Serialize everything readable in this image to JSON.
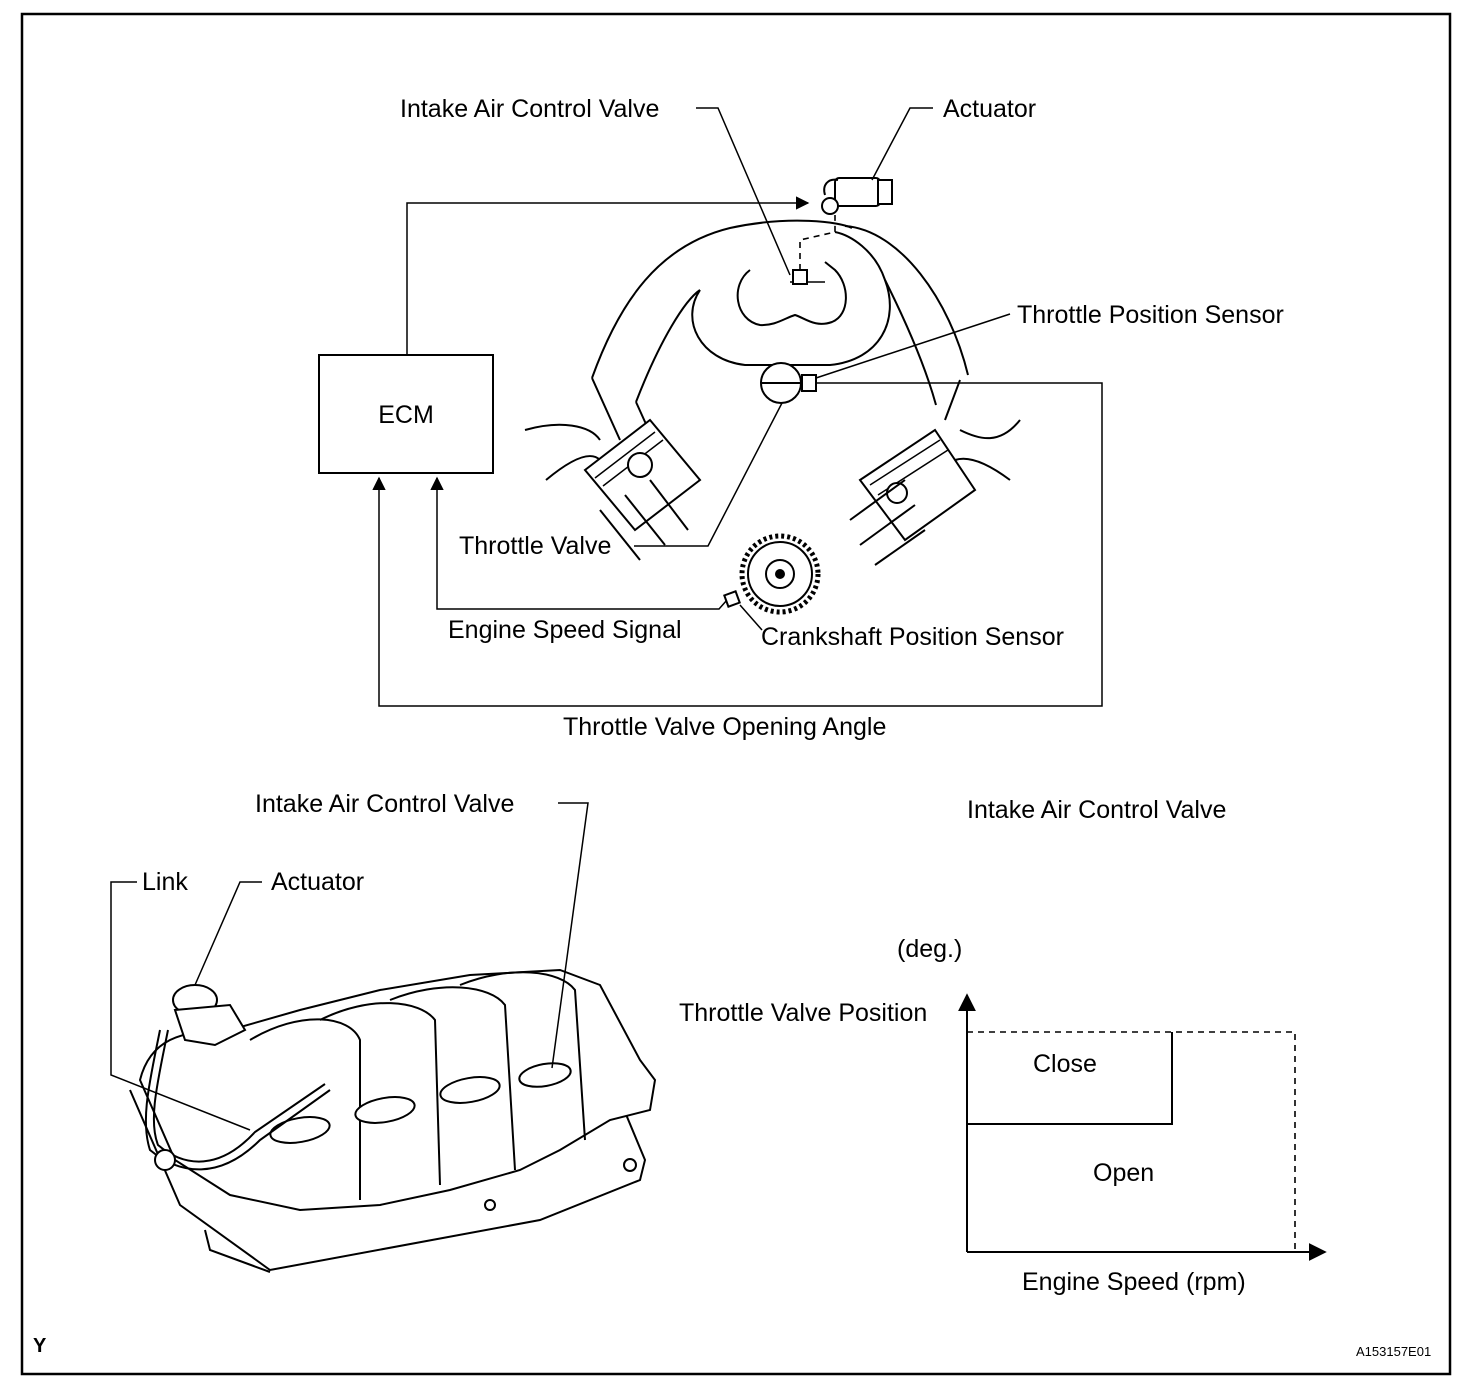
{
  "top_diagram": {
    "ecm": "ECM",
    "intake_air_control_valve": "Intake Air Control Valve",
    "actuator": "Actuator",
    "throttle_position_sensor": "Throttle Position Sensor",
    "throttle_valve": "Throttle Valve",
    "engine_speed_signal": "Engine Speed Signal",
    "crankshaft_position_sensor": "Crankshaft Position Sensor",
    "throttle_valve_opening_angle": "Throttle Valve Opening Angle"
  },
  "manifold_illustration": {
    "intake_air_control_valve": "Intake Air Control Valve",
    "link": "Link",
    "actuator": "Actuator"
  },
  "graph": {
    "title": "Intake Air Control Valve",
    "unit": "(deg.)",
    "ylabel": "Throttle Valve Position",
    "xlabel": "Engine Speed (rpm)",
    "region_close": "Close",
    "region_open": "Open"
  },
  "footer": {
    "corner_mark": "Y",
    "figure_id": "A153157E01"
  }
}
